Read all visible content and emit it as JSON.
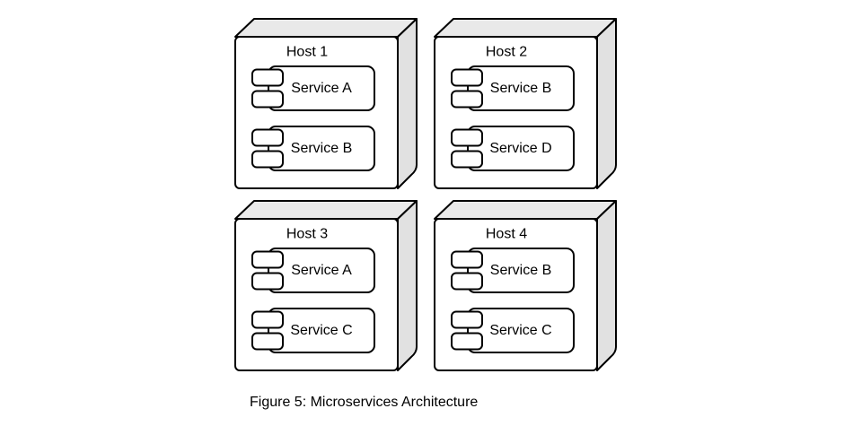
{
  "figure": {
    "caption": "Figure 5: Microservices Architecture"
  },
  "diagram": {
    "type": "uml-deployment",
    "hosts": [
      {
        "name": "Host 1",
        "services": [
          "Service A",
          "Service B"
        ]
      },
      {
        "name": "Host 2",
        "services": [
          "Service B",
          "Service D"
        ]
      },
      {
        "name": "Host 3",
        "services": [
          "Service A",
          "Service C"
        ]
      },
      {
        "name": "Host 4",
        "services": [
          "Service B",
          "Service C"
        ]
      }
    ],
    "colors": {
      "stroke": "#000000",
      "front_fill": "#ffffff",
      "top_fill": "#e9e9e9",
      "side_fill": "#e1e1e1",
      "text": "#000000",
      "background": "#ffffff"
    }
  }
}
